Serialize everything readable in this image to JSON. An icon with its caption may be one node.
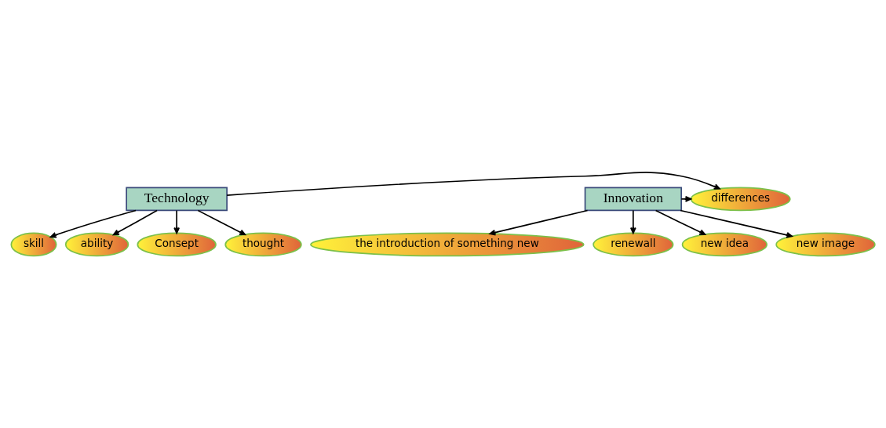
{
  "diagram": {
    "nodes": [
      {
        "text": [
          "Technology"
        ]
      },
      {
        "text": [
          "differences"
        ]
      },
      {
        "text": [
          "Innovation"
        ]
      },
      {
        "text": [
          "skill"
        ]
      },
      {
        "text": [
          "ability"
        ]
      },
      {
        "text": [
          "Consept"
        ]
      },
      {
        "text": [
          "thought"
        ]
      },
      {
        "text": [
          "the introduction of something new"
        ]
      },
      {
        "text": [
          "renewall"
        ]
      },
      {
        "text": [
          "new idea"
        ]
      },
      {
        "text": [
          "new image"
        ]
      }
    ],
    "edges": [
      {
        "from": 0,
        "to": 1,
        "arrow": "to"
      },
      {
        "from": 2,
        "to": 1,
        "arrow": "to"
      },
      {
        "from": 0,
        "to": 3,
        "arrow": "to"
      },
      {
        "from": 0,
        "to": 4,
        "arrow": "to"
      },
      {
        "from": 0,
        "to": 5,
        "arrow": "to"
      },
      {
        "from": 0,
        "to": 6,
        "arrow": "to"
      },
      {
        "from": 2,
        "to": 7,
        "arrow": "to"
      },
      {
        "from": 2,
        "to": 8,
        "arrow": "to"
      },
      {
        "from": 2,
        "to": 9,
        "arrow": "to"
      },
      {
        "from": 2,
        "to": 10,
        "arrow": "to"
      }
    ]
  }
}
